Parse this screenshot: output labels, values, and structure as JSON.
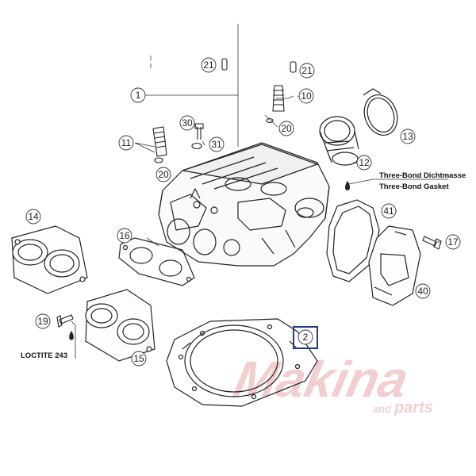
{
  "diagram": {
    "callouts": {
      "c1": "1",
      "c2": "2",
      "c10": "10",
      "c11": "11",
      "c12": "12",
      "c13": "13",
      "c14": "14",
      "c15": "15",
      "c16": "16",
      "c17": "17",
      "c19": "19",
      "c20a": "20",
      "c20b": "20",
      "c21a": "21",
      "c21b": "21",
      "c30": "30",
      "c31": "31",
      "c40": "40",
      "c41": "41"
    },
    "highlight_callout": "2",
    "highlight_color": "#1f3b8c",
    "notes": {
      "threebond_de": "Three-Bond Dichtmasse",
      "threebond_en": "Three-Bond Gasket",
      "loctite": "LOCTITE 243"
    }
  },
  "watermark": {
    "brand": "Makina",
    "sub_prefix": "and",
    "sub_main": "parts",
    "color": "#c7242c"
  }
}
